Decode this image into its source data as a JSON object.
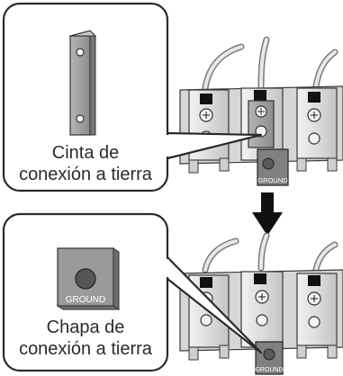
{
  "strap_callout": {
    "line1": "Cinta de",
    "line2": "conexión a tierra"
  },
  "plate_callout": {
    "line1": "Chapa de",
    "line2": "conexión a tierra",
    "plate_label": "GROUND"
  },
  "terminal_labels": {
    "top": "GROUND",
    "bottom": "GROUND"
  },
  "colors": {
    "callout_border": "#2a2a2a",
    "metal_part": "#9a9a9a",
    "terminal_block": "#e2e2e2",
    "arrow": "#111111"
  }
}
